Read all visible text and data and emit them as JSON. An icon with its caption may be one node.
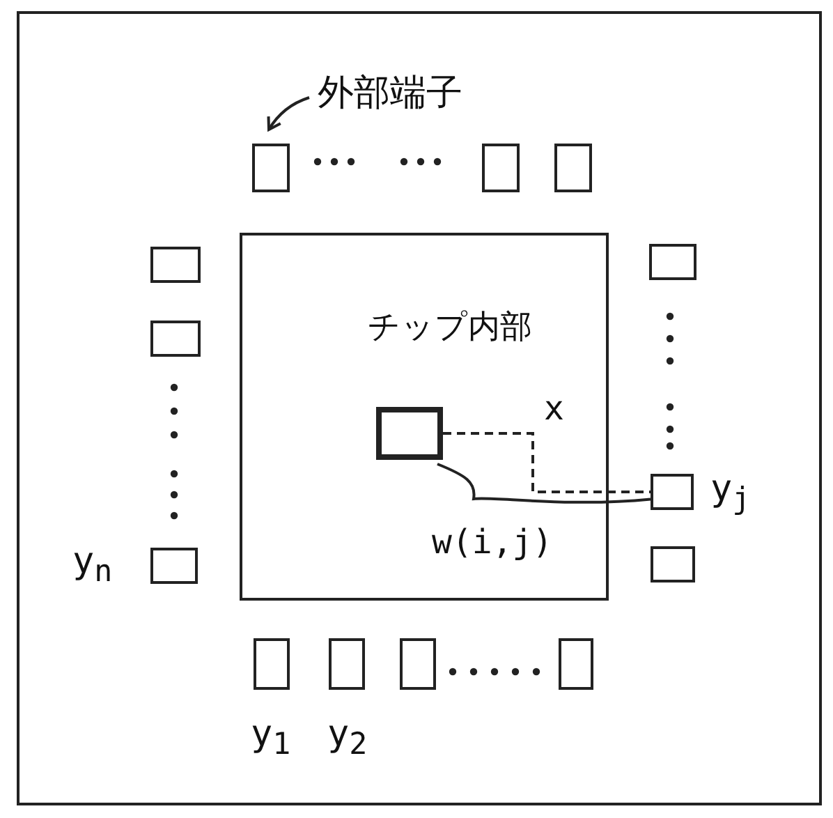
{
  "diagram": {
    "nodes": [
      {
        "text": [
          "外部端子"
        ]
      },
      {
        "text": [],
        "shape": "box"
      },
      {
        "text": [],
        "shape": "box"
      },
      {
        "text": [],
        "shape": "box"
      },
      {
        "text": [],
        "shape": "box"
      },
      {
        "text": [],
        "shape": "box"
      },
      {
        "text": [],
        "shape": "box",
        "beside": [
          "y$_{n}$"
        ]
      },
      {
        "text": [
          "チップ内部"
        ]
      },
      {
        "text": [],
        "shape": "box",
        "in": 7
      },
      {
        "text": [],
        "shape": "box"
      },
      {
        "text": [],
        "shape": "box",
        "beside": [
          "y$_{j}$"
        ]
      },
      {
        "text": [],
        "shape": "box"
      },
      {
        "text": [],
        "shape": "box",
        "beside": [
          "y$_{1}$"
        ]
      },
      {
        "text": [],
        "shape": "box",
        "beside": [
          "y$_{2}$"
        ]
      },
      {
        "text": [],
        "shape": "box"
      },
      {
        "text": [],
        "shape": "box"
      }
    ],
    "edges": [
      {
        "from": 0,
        "to": 1,
        "arrow": "to"
      },
      {
        "from": 8,
        "to": 10,
        "arrow": "none",
        "style": "dashed",
        "label": "x"
      },
      {
        "from": 8,
        "to": 10,
        "arrow": "none",
        "label": "w(i,j)"
      }
    ]
  }
}
